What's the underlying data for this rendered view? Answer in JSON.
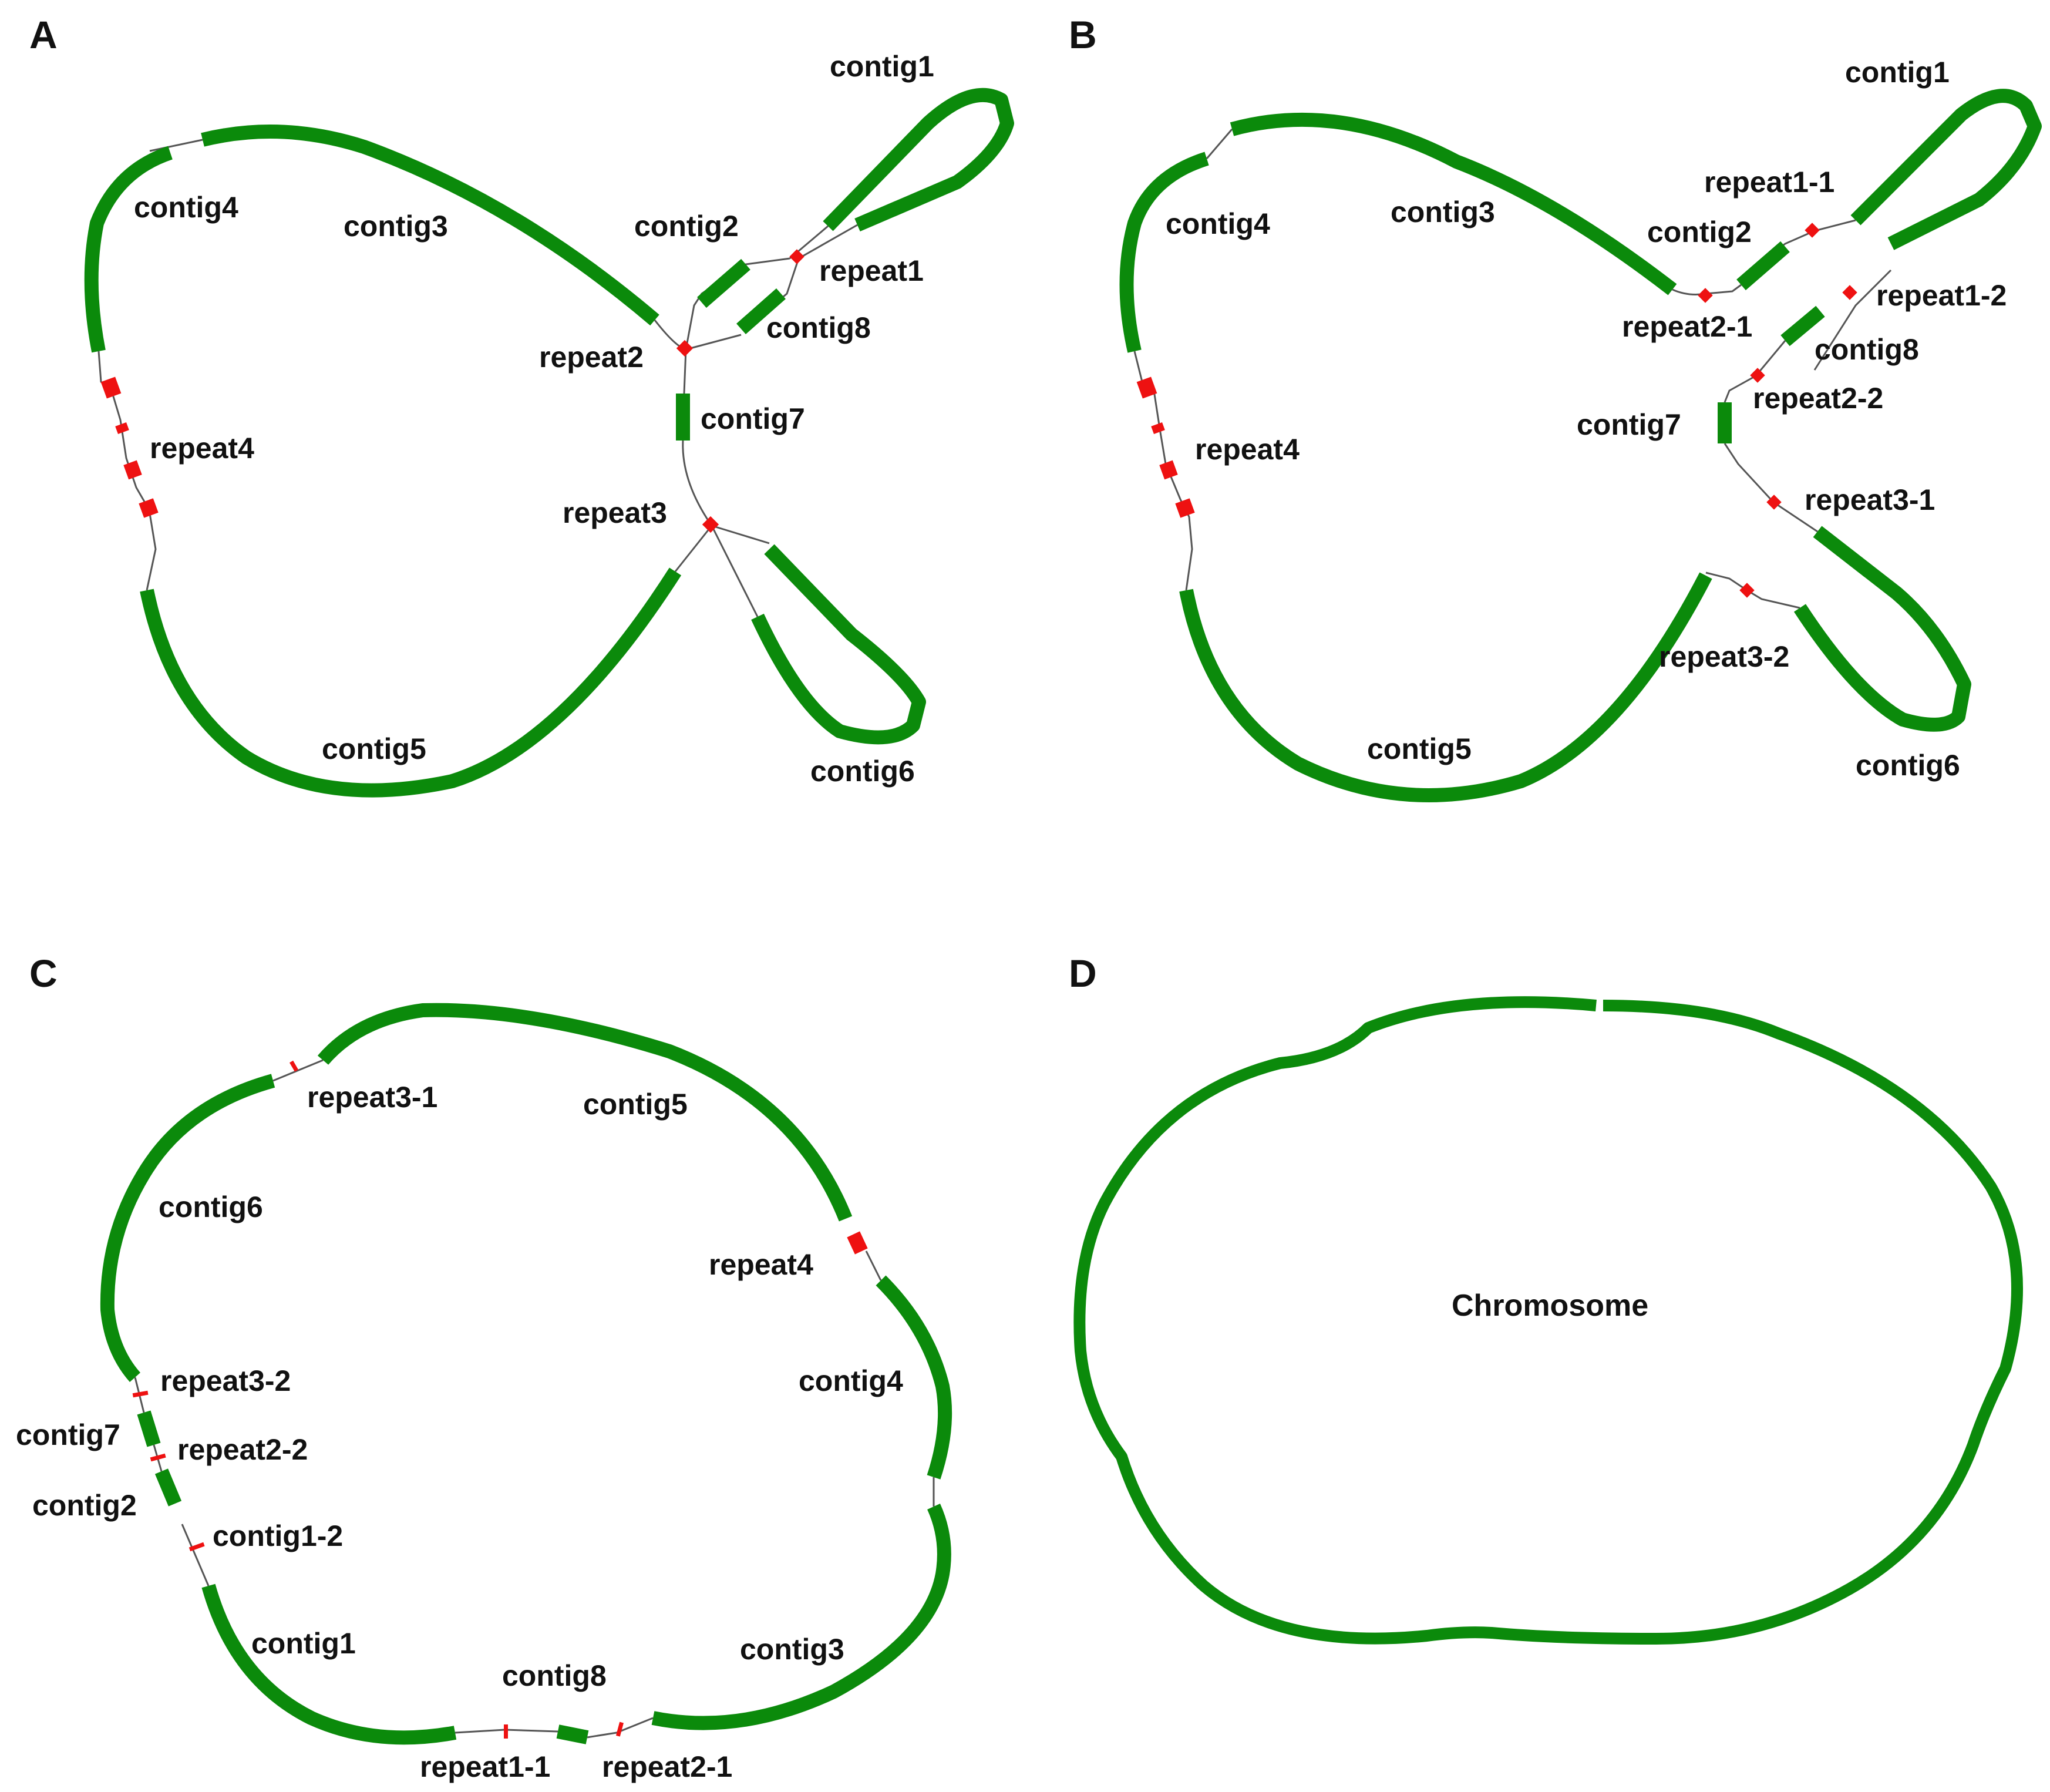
{
  "colors": {
    "contig": "#0b8a0b",
    "repeat": "#ee1111",
    "link": "#555555",
    "text": "#111111"
  },
  "panels": [
    {
      "letter": "A",
      "labels": [
        "contig1",
        "contig2",
        "contig3",
        "contig4",
        "contig5",
        "contig6",
        "contig7",
        "contig8",
        "repeat1",
        "repeat2",
        "repeat3",
        "repeat4"
      ]
    },
    {
      "letter": "B",
      "labels": [
        "contig1",
        "contig2",
        "contig3",
        "contig4",
        "contig5",
        "contig6",
        "contig7",
        "contig8",
        "repeat1-1",
        "repeat1-2",
        "repeat2-1",
        "repeat2-2",
        "repeat3-1",
        "repeat3-2",
        "repeat4"
      ]
    },
    {
      "letter": "C",
      "labels": [
        "repeat3-1",
        "contig5",
        "contig6",
        "repeat4",
        "contig4",
        "repeat3-2",
        "contig7",
        "repeat2-2",
        "contig2",
        "contig1-2",
        "contig1",
        "contig8",
        "contig3",
        "repeat1-1",
        "repeat2-1"
      ]
    },
    {
      "letter": "D",
      "labels": [
        "Chromosome"
      ]
    }
  ]
}
